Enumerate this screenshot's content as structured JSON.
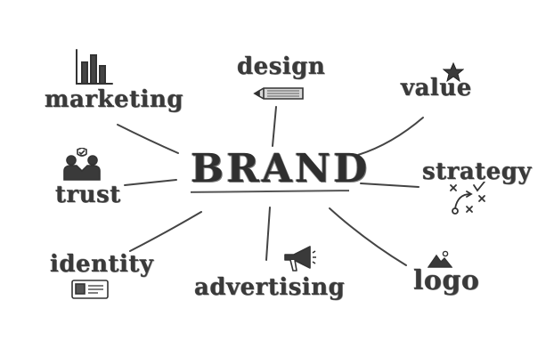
{
  "center": {
    "label": "BRAND"
  },
  "nodes": [
    {
      "id": "marketing",
      "label": "marketing",
      "icon": "bar-chart-icon"
    },
    {
      "id": "design",
      "label": "design",
      "icon": "pencil-icon"
    },
    {
      "id": "value",
      "label": "value",
      "icon": "star-icon"
    },
    {
      "id": "trust",
      "label": "trust",
      "icon": "handshake-icon"
    },
    {
      "id": "strategy",
      "label": "strategy",
      "icon": "strategy-plan-icon"
    },
    {
      "id": "identity",
      "label": "identity",
      "icon": "id-card-icon"
    },
    {
      "id": "advertising",
      "label": "advertising",
      "icon": "megaphone-icon"
    },
    {
      "id": "logo",
      "label": "logo",
      "icon": "mountain-image-icon"
    }
  ],
  "colors": {
    "ink": "#3a3a3a",
    "line": "#444444",
    "background": "#ffffff"
  }
}
